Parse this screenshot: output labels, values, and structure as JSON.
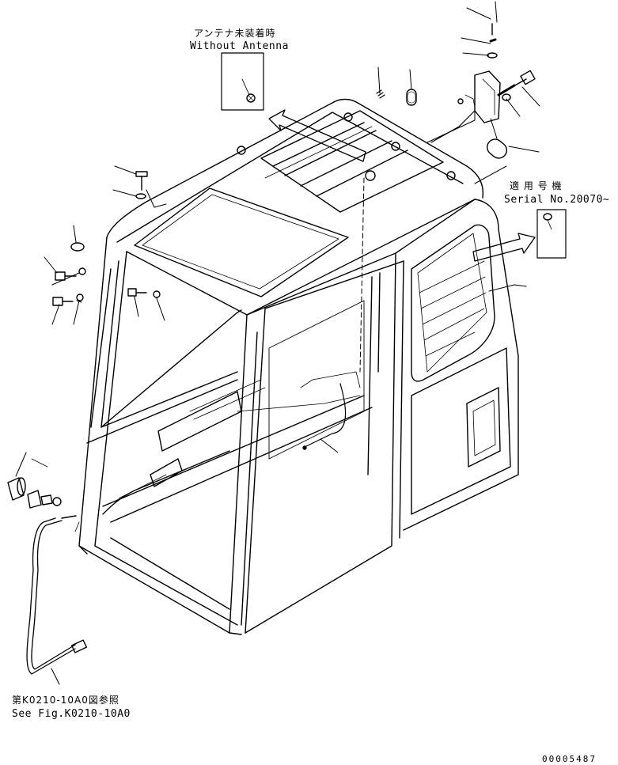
{
  "callouts": {
    "antenna": {
      "jp": "アンテナ未装着時",
      "en": "Without Antenna"
    },
    "serial": {
      "jp": "適 用 号 機",
      "en": "Serial No.20070~"
    },
    "figref": {
      "jp": "第K0210-10A0図参照",
      "en": "See Fig.K0210-10A0"
    }
  },
  "drawing_number": "00005487"
}
